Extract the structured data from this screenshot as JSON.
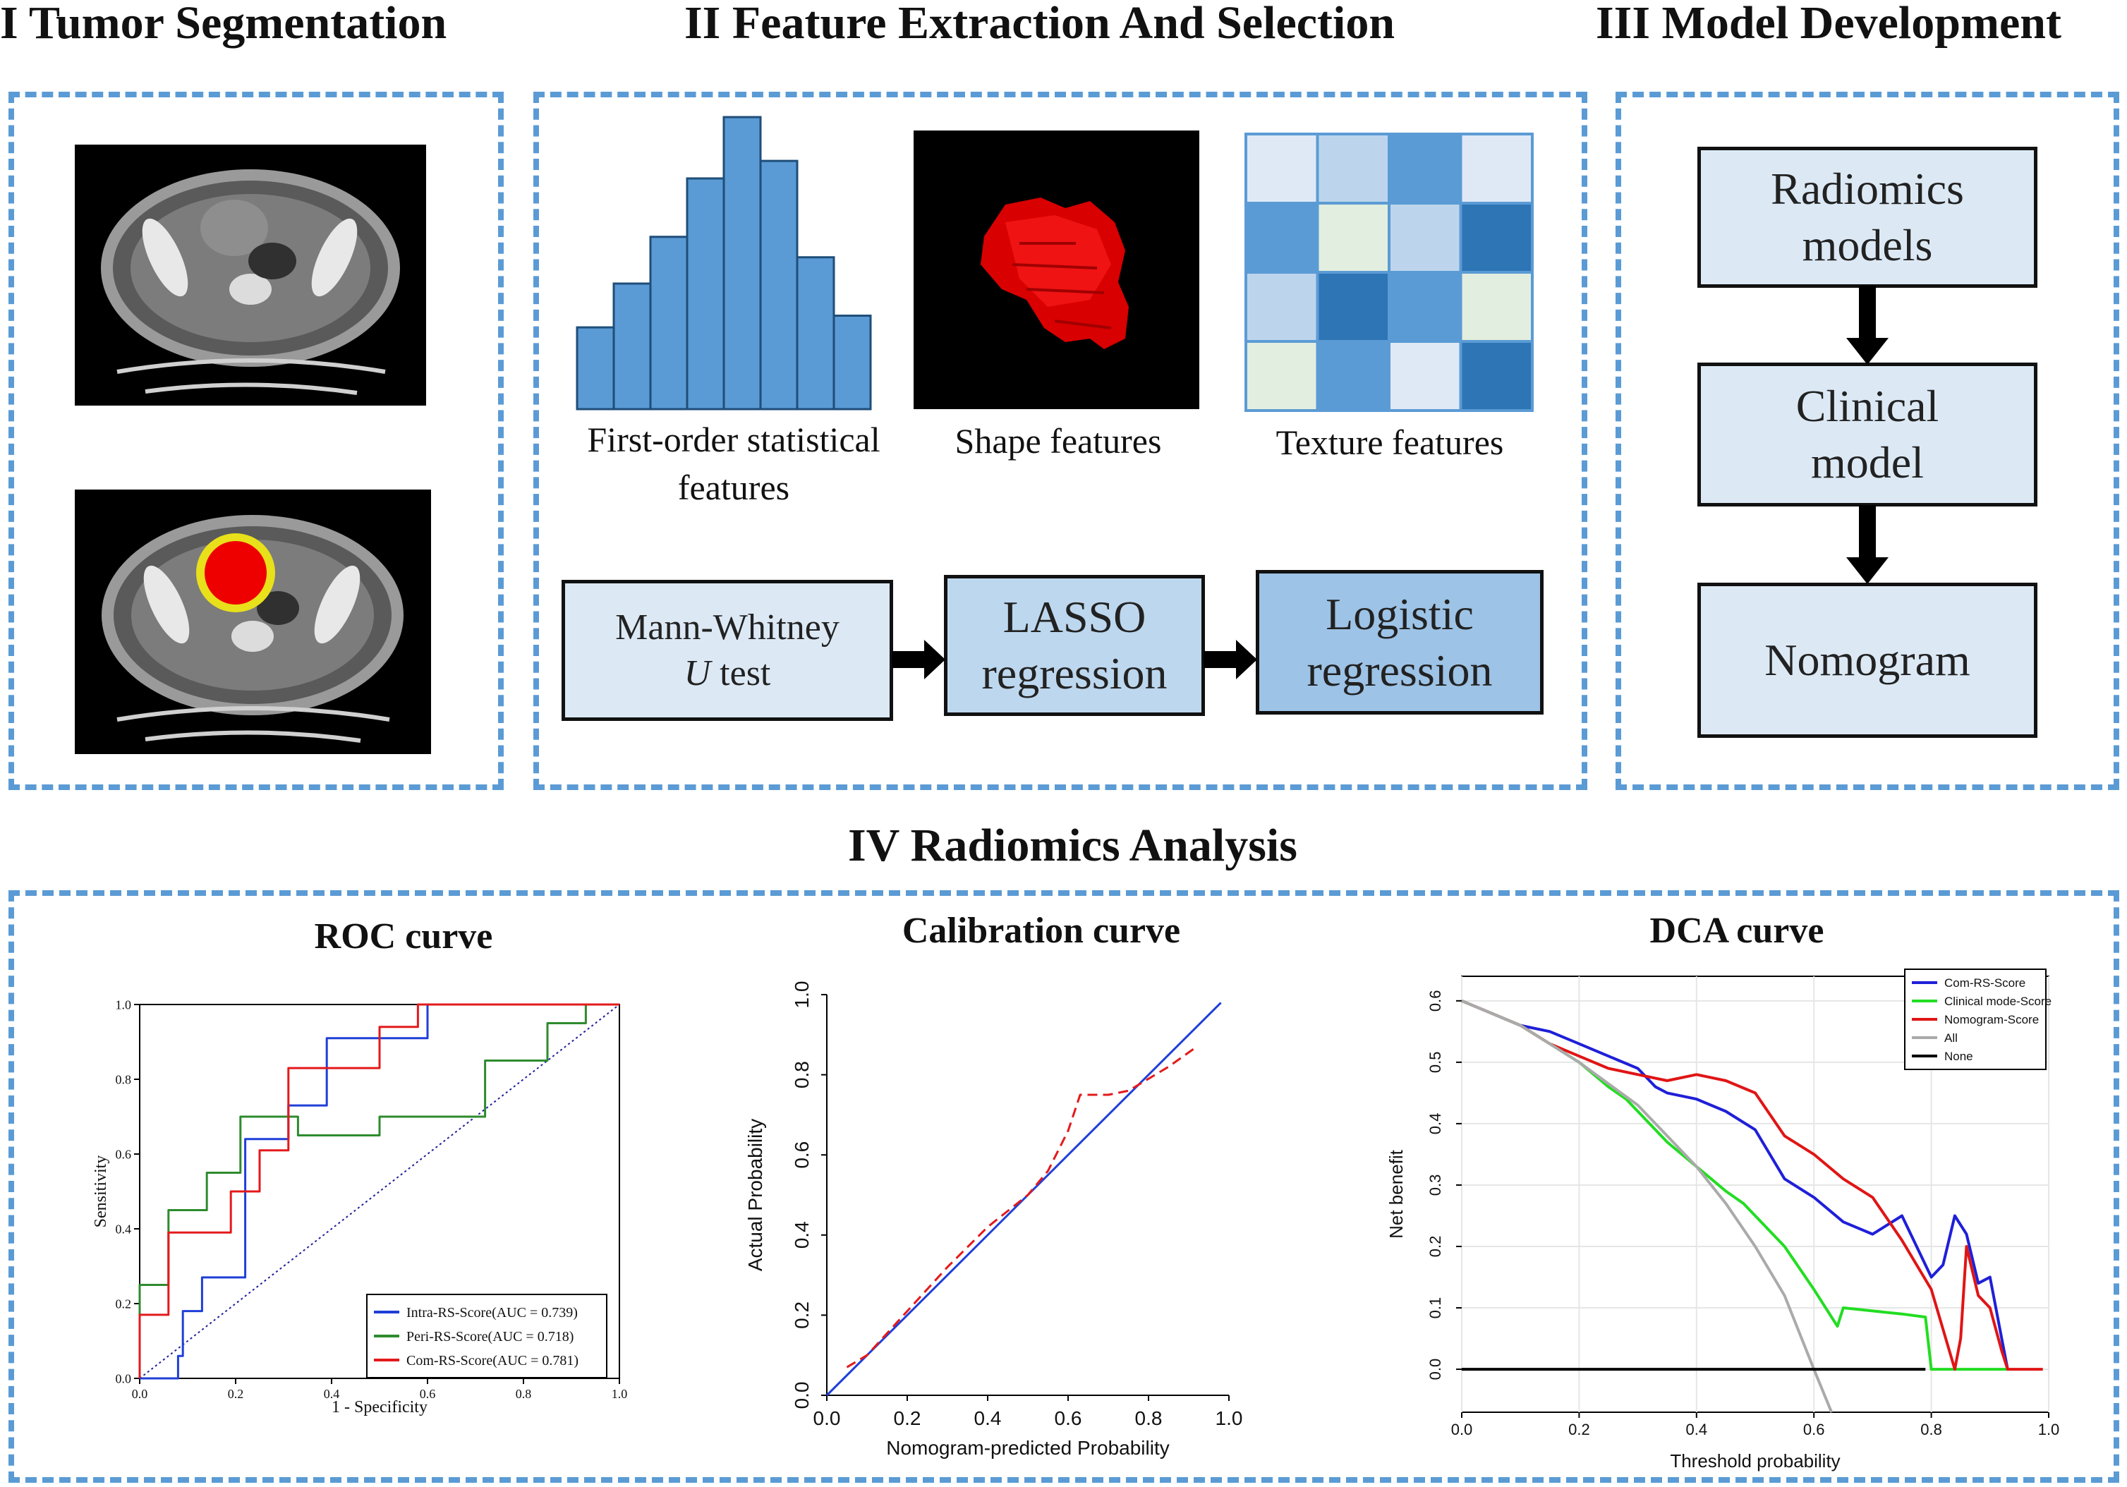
{
  "sections": {
    "s1": "I Tumor Segmentation",
    "s2": "II Feature Extraction And Selection",
    "s3": "III Model Development",
    "s4": "IV Radiomics Analysis"
  },
  "features": {
    "histogram": {
      "label_line1": "First-order statistical",
      "label_line2": "features",
      "values": [
        0.28,
        0.43,
        0.59,
        0.79,
        1.0,
        0.85,
        0.52,
        0.32
      ]
    },
    "shape": {
      "label": "Shape features"
    },
    "texture": {
      "label": "Texture features",
      "grid": [
        [
          "#dfe9f6",
          "#bdd5ec",
          "#5b9bd5",
          "#dfe9f6"
        ],
        [
          "#5b9bd5",
          "#e2eedf",
          "#bdd5ec",
          "#2e75b6"
        ],
        [
          "#bdd5ec",
          "#2e75b6",
          "#5b9bd5",
          "#e2eedf"
        ],
        [
          "#e2eedf",
          "#5b9bd5",
          "#dfe9f6",
          "#2e75b6"
        ]
      ]
    }
  },
  "selection": {
    "step1_line1": "Mann-Whitney",
    "step1_line2_italic": "U",
    "step1_line2_rest": " test",
    "step2_line1": "LASSO",
    "step2_line2": "regression",
    "step3_line1": "Logistic",
    "step3_line2": "regression"
  },
  "model": {
    "box1_line1": "Radiomics",
    "box1_line2": "models",
    "box2_line1": "Clinical",
    "box2_line2": "model",
    "box3": "Nomogram"
  },
  "colors": {
    "panel_border": "#5b9bd5",
    "box_light": "#dce9f5",
    "box_mid": "#bdd7ee",
    "box_dark": "#9dc3e6",
    "roc_intra": "#1f3fd8",
    "roc_peri": "#2e8b2e",
    "roc_com": "#e31a1c",
    "cal_ideal": "#1f3fd8",
    "cal_obs": "#e31a1c",
    "dca_com": "#1f1fd8",
    "dca_clin": "#22dd22",
    "dca_nomo": "#e01515",
    "dca_all": "#aaaaaa",
    "dca_none": "#000000"
  },
  "chart_data": [
    {
      "type": "line",
      "title": "ROC curve",
      "xlabel": "1 - Specificity",
      "ylabel": "Sensitivity",
      "xlim": [
        0,
        1
      ],
      "ylim": [
        0,
        1
      ],
      "xticks": [
        "0.0",
        "0.2",
        "0.4",
        "0.6",
        "0.8",
        "1.0"
      ],
      "yticks": [
        "0.0",
        "0.2",
        "0.4",
        "0.6",
        "0.8",
        "1.0"
      ],
      "legend_position": "bottom-right",
      "series": [
        {
          "name": "Intra-RS-Score(AUC = 0.739)",
          "color": "#1f3fd8",
          "x": [
            0.0,
            0.08,
            0.08,
            0.09,
            0.09,
            0.13,
            0.13,
            0.22,
            0.22,
            0.31,
            0.31,
            0.39,
            0.39,
            0.49,
            0.49,
            0.6,
            0.6,
            1.0
          ],
          "y": [
            0.0,
            0.0,
            0.06,
            0.06,
            0.18,
            0.18,
            0.27,
            0.27,
            0.64,
            0.64,
            0.73,
            0.73,
            0.91,
            0.91,
            0.91,
            0.91,
            1.0,
            1.0
          ]
        },
        {
          "name": "Peri-RS-Score(AUC = 0.718)",
          "color": "#2e8b2e",
          "x": [
            0.0,
            0.0,
            0.06,
            0.06,
            0.14,
            0.14,
            0.21,
            0.21,
            0.33,
            0.33,
            0.5,
            0.5,
            0.72,
            0.72,
            0.85,
            0.85,
            0.93,
            0.93,
            1.0
          ],
          "y": [
            0.0,
            0.25,
            0.25,
            0.45,
            0.45,
            0.55,
            0.55,
            0.7,
            0.7,
            0.65,
            0.65,
            0.7,
            0.7,
            0.85,
            0.85,
            0.95,
            0.95,
            1.0,
            1.0
          ]
        },
        {
          "name": "Com-RS-Score(AUC = 0.781)",
          "color": "#e31a1c",
          "x": [
            0.0,
            0.0,
            0.06,
            0.06,
            0.19,
            0.19,
            0.25,
            0.25,
            0.31,
            0.31,
            0.5,
            0.5,
            0.58,
            0.58,
            1.0
          ],
          "y": [
            0.0,
            0.17,
            0.17,
            0.39,
            0.39,
            0.5,
            0.5,
            0.61,
            0.61,
            0.83,
            0.83,
            0.94,
            0.94,
            1.0,
            1.0
          ]
        }
      ]
    },
    {
      "type": "line",
      "title": "Calibration curve",
      "xlabel": "Nomogram-predicted Probability",
      "ylabel": "Actual Probability",
      "xlim": [
        0,
        1
      ],
      "ylim": [
        0,
        1
      ],
      "xticks": [
        "0.0",
        "0.2",
        "0.4",
        "0.6",
        "0.8",
        "1.0"
      ],
      "yticks": [
        "0.0",
        "0.2",
        "0.4",
        "0.6",
        "0.8",
        "1.0"
      ],
      "series": [
        {
          "color": "#1f3fd8",
          "style": "solid",
          "x": [
            0.0,
            0.98
          ],
          "y": [
            0.0,
            0.98
          ]
        },
        {
          "color": "#e31a1c",
          "style": "dashed",
          "x": [
            0.05,
            0.1,
            0.2,
            0.3,
            0.4,
            0.5,
            0.55,
            0.6,
            0.63,
            0.7,
            0.75,
            0.8,
            0.85,
            0.92
          ],
          "y": [
            0.07,
            0.1,
            0.21,
            0.32,
            0.42,
            0.5,
            0.56,
            0.66,
            0.75,
            0.75,
            0.76,
            0.79,
            0.82,
            0.87
          ]
        }
      ]
    },
    {
      "type": "line",
      "title": "DCA curve",
      "xlabel": "Threshold probability",
      "ylabel": "Net benefit",
      "xlim": [
        0,
        1
      ],
      "ylim": [
        -0.07,
        0.64
      ],
      "xticks": [
        "0.0",
        "0.2",
        "0.4",
        "0.6",
        "0.8",
        "1.0"
      ],
      "yticks": [
        "0.0",
        "0.1",
        "0.2",
        "0.3",
        "0.4",
        "0.5",
        "0.6"
      ],
      "legend_position": "top-right",
      "series": [
        {
          "name": "Com-RS-Score",
          "color": "#1f1fd8",
          "x": [
            0.0,
            0.05,
            0.1,
            0.15,
            0.2,
            0.25,
            0.3,
            0.33,
            0.35,
            0.4,
            0.45,
            0.5,
            0.55,
            0.6,
            0.65,
            0.7,
            0.75,
            0.8,
            0.82,
            0.84,
            0.86,
            0.88,
            0.9,
            0.92,
            0.93
          ],
          "y": [
            0.6,
            0.58,
            0.56,
            0.55,
            0.53,
            0.51,
            0.49,
            0.46,
            0.45,
            0.44,
            0.42,
            0.39,
            0.31,
            0.28,
            0.24,
            0.22,
            0.25,
            0.15,
            0.17,
            0.25,
            0.22,
            0.14,
            0.15,
            0.05,
            0.0
          ]
        },
        {
          "name": "Clinical mode-Score",
          "color": "#22dd22",
          "x": [
            0.0,
            0.05,
            0.1,
            0.15,
            0.2,
            0.25,
            0.28,
            0.3,
            0.35,
            0.4,
            0.45,
            0.48,
            0.5,
            0.55,
            0.6,
            0.64,
            0.65,
            0.7,
            0.75,
            0.79,
            0.8,
            0.85,
            0.9,
            0.93
          ],
          "y": [
            0.6,
            0.58,
            0.56,
            0.53,
            0.5,
            0.46,
            0.44,
            0.42,
            0.37,
            0.33,
            0.29,
            0.27,
            0.25,
            0.2,
            0.13,
            0.07,
            0.1,
            0.095,
            0.09,
            0.085,
            0.0,
            0.0,
            0.0,
            0.0
          ]
        },
        {
          "name": "Nomogram-Score",
          "color": "#e01515",
          "x": [
            0.0,
            0.05,
            0.1,
            0.15,
            0.2,
            0.25,
            0.3,
            0.35,
            0.4,
            0.45,
            0.5,
            0.55,
            0.6,
            0.65,
            0.7,
            0.75,
            0.8,
            0.84,
            0.85,
            0.86,
            0.88,
            0.9,
            0.92,
            0.93,
            0.99
          ],
          "y": [
            0.6,
            0.58,
            0.56,
            0.53,
            0.51,
            0.49,
            0.48,
            0.47,
            0.48,
            0.47,
            0.45,
            0.38,
            0.35,
            0.31,
            0.28,
            0.21,
            0.13,
            0.0,
            0.05,
            0.2,
            0.12,
            0.1,
            0.03,
            0.0,
            0.0
          ]
        },
        {
          "name": "All",
          "color": "#aaaaaa",
          "x": [
            0.0,
            0.1,
            0.2,
            0.3,
            0.4,
            0.45,
            0.5,
            0.55,
            0.6,
            0.63
          ],
          "y": [
            0.6,
            0.56,
            0.5,
            0.43,
            0.33,
            0.27,
            0.2,
            0.12,
            0.0,
            -0.07
          ]
        },
        {
          "name": "None",
          "color": "#000000",
          "x": [
            0.0,
            0.79
          ],
          "y": [
            0.0,
            0.0
          ]
        }
      ]
    }
  ]
}
